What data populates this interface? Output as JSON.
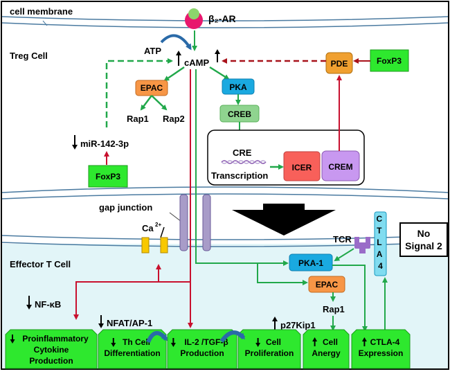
{
  "labels": {
    "cell_membrane": "cell membrane",
    "receptor": "β₂-AR",
    "treg_cell": "Treg Cell",
    "atp": "ATP",
    "camp": "cAMP",
    "epac_top": "EPAC",
    "pka_top": "PKA",
    "rap1_top": "Rap1",
    "rap2": "Rap2",
    "creb": "CREB",
    "pde": "PDE",
    "foxp3_right": "FoxP3",
    "mir": "miR-142-3p",
    "foxp3_left": "FoxP3",
    "cre": "CRE",
    "transcription": "Transcription",
    "icer": "ICER",
    "crem": "CREM",
    "gap_junction": "gap junction",
    "calcium": "Ca",
    "calcium_sup": "2+",
    "tcr": "TCR",
    "ctla4_vertical": "CTLA4",
    "no_signal_line1": "No",
    "no_signal_line2": "Signal 2",
    "effector_cell": "Effector T Cell",
    "pka1": "PKA-1",
    "epac_bottom": "EPAC",
    "rap1_bottom": "Rap1",
    "nfkb": "NF-κB",
    "nfat": "NFAT/AP-1",
    "p27": "p27Kip1"
  },
  "outcomes": [
    {
      "line1": "Proinflammatory",
      "line2": "Cytokine",
      "line3": "Production"
    },
    {
      "line1": "Th Cell",
      "line2": "Differentiation"
    },
    {
      "line1": "IL-2 /TGF-β",
      "line2": "Production"
    },
    {
      "line1": "Cell",
      "line2": "Proliferation"
    },
    {
      "line1": "Cell",
      "line2": "Anergy"
    },
    {
      "line1": "CTLA-4",
      "line2": "Expression"
    }
  ],
  "colors": {
    "green_arrow": "#21a84a",
    "red_arrow": "#c8102e",
    "dark_red_dash": "#a8121a",
    "epac_fill": "#f79646",
    "pka_fill": "#1aa9e0",
    "creb_fill": "#8fd48f",
    "pde_fill": "#f0a030",
    "foxp3_fill": "#2ee82e",
    "icer_fill": "#f8605a",
    "crem_fill": "#c898f0",
    "effector_bg": "#e2f5f8",
    "outcome_fill": "#2ee82e",
    "receptor_pink": "#e8186e",
    "receptor_green": "#8cd46c",
    "gap_purple": "#a89cc8",
    "channel_yellow": "#f8c800",
    "tcr_purple": "#9a6cc8",
    "ctla4_fill": "#80dcf0"
  }
}
